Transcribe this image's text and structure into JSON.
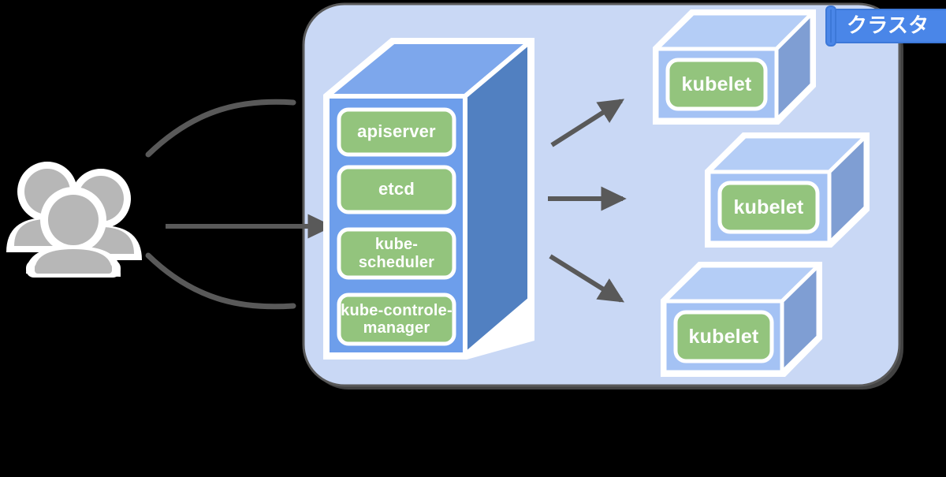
{
  "diagram": {
    "title": "Kubernetes cluster architecture",
    "background_color": "#000000"
  },
  "colors": {
    "cluster_fill": "#c9d8f5",
    "cluster_border": "#595959",
    "cluster_shadow": "#4d4d4d",
    "master_front": "#6d9eeb",
    "master_top": "#7da7ec",
    "master_side": "#5180c1",
    "node_front": "#a4c2f4",
    "node_top": "#b4cdf6",
    "node_side": "#7f9ed3",
    "component_fill": "#93c47d",
    "component_stroke": "#ffffff",
    "banner_fill": "#4a86e8",
    "banner_stroke": "#3c78d8",
    "arrow": "#595959",
    "users_icon": "#b7b7b7",
    "outline_white": "#ffffff",
    "text_white": "#ffffff"
  },
  "cluster": {
    "banner_label": "クラスタ",
    "banner_name": "cluster-banner"
  },
  "users": {
    "icon_name": "users-icon",
    "label": ""
  },
  "master_node": {
    "name": "master-node",
    "components": [
      {
        "id": "apiserver",
        "label": "apiserver",
        "lines": 1
      },
      {
        "id": "etcd",
        "label": "etcd",
        "lines": 1
      },
      {
        "id": "kube-scheduler",
        "label": "kube-scheduler",
        "lines": 1
      },
      {
        "id": "kube-controle-manager",
        "label": "kube-controle-\nmanager",
        "lines": 2
      }
    ]
  },
  "worker_nodes": [
    {
      "id": "node-1",
      "label": "kubelet"
    },
    {
      "id": "node-2",
      "label": "kubelet"
    },
    {
      "id": "node-3",
      "label": "kubelet"
    }
  ],
  "connectors": {
    "user_to_master_curve_top": "curved-line",
    "user_to_master_straight": "arrow",
    "user_to_master_curve_bottom": "curved-line",
    "master_to_node_1": "arrow-up-right",
    "master_to_node_2": "arrow-right",
    "master_to_node_3": "arrow-down-right"
  },
  "labels": {
    "apiserver": "apiserver",
    "etcd": "etcd",
    "kube_scheduler": "kube-scheduler",
    "kube_controller_line1": "kube-controle-",
    "kube_controller_line2": "manager",
    "kubelet_1": "kubelet",
    "kubelet_2": "kubelet",
    "kubelet_3": "kubelet",
    "cluster": "クラスタ"
  }
}
